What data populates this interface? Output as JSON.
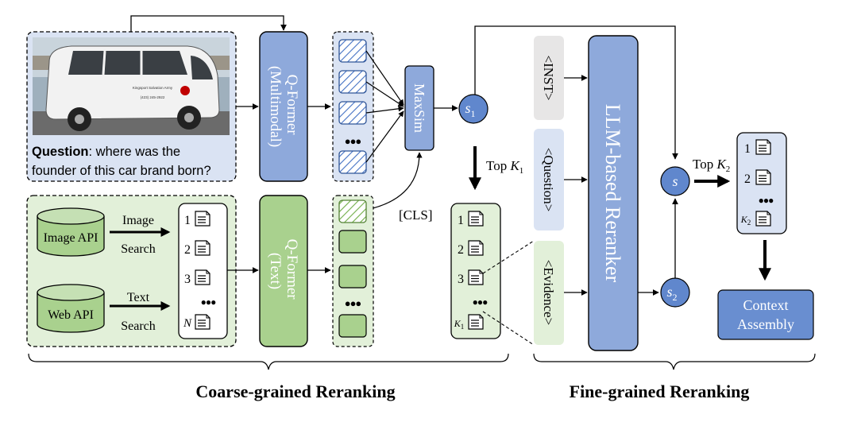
{
  "question": {
    "label": "Question",
    "line1": ": where was the",
    "line2": "founder of this car brand born?"
  },
  "van_photo": {
    "text_lines": [
      "Kingsport Salvation Army",
      "(423) 245-2922"
    ]
  },
  "qformer_multimodal": {
    "line1": "Q-Former",
    "line2": "(Multimodal)"
  },
  "qformer_text": {
    "line1": "Q-Former",
    "line2": "(Text)"
  },
  "maxsim": {
    "label": "MaxSim"
  },
  "cls_label": "[CLS]",
  "image_api": {
    "db_label": "Image API",
    "action_line1": "Image",
    "action_line2": "Search"
  },
  "web_api": {
    "db_label": "Web API",
    "action_line1": "Text",
    "action_line2": "Search"
  },
  "retrieved_list": {
    "items": [
      "1",
      "2",
      "3",
      "N"
    ],
    "ellipsis": "●●●"
  },
  "topk1_list": {
    "items": [
      "1",
      "2",
      "3",
      "K1"
    ],
    "ellipsis": "●●●"
  },
  "topk2_list": {
    "items": [
      "1",
      "2",
      "K2"
    ],
    "ellipsis": "●●●"
  },
  "top_k1": {
    "prefix": "Top ",
    "symbol": "K",
    "subscript": "1"
  },
  "top_k2": {
    "prefix": "Top ",
    "symbol": "K",
    "subscript": "2"
  },
  "scores": {
    "s1": {
      "symbol": "s",
      "sub": "1"
    },
    "s": {
      "symbol": "s"
    },
    "s2": {
      "symbol": "s",
      "sub": "2"
    }
  },
  "inputs": {
    "inst": "<INST>",
    "question": "<Question>",
    "evidence": "<Evidence>"
  },
  "llm_reranker": {
    "label": "LLM-based Reranker"
  },
  "context_assembly": {
    "line1": "Context",
    "line2": "Assembly"
  },
  "sections": {
    "coarse": "Coarse-grained Reranking",
    "fine": "Fine-grained Reranking"
  },
  "colors": {
    "blue_fill": "#8ea9db",
    "blue_light": "#dae3f3",
    "blue_stroke": "#1f3864",
    "green_fill": "#a9d18e",
    "green_light": "#e2f0d9",
    "green_stroke": "#385723",
    "gray_fill": "#e7e6e6"
  }
}
